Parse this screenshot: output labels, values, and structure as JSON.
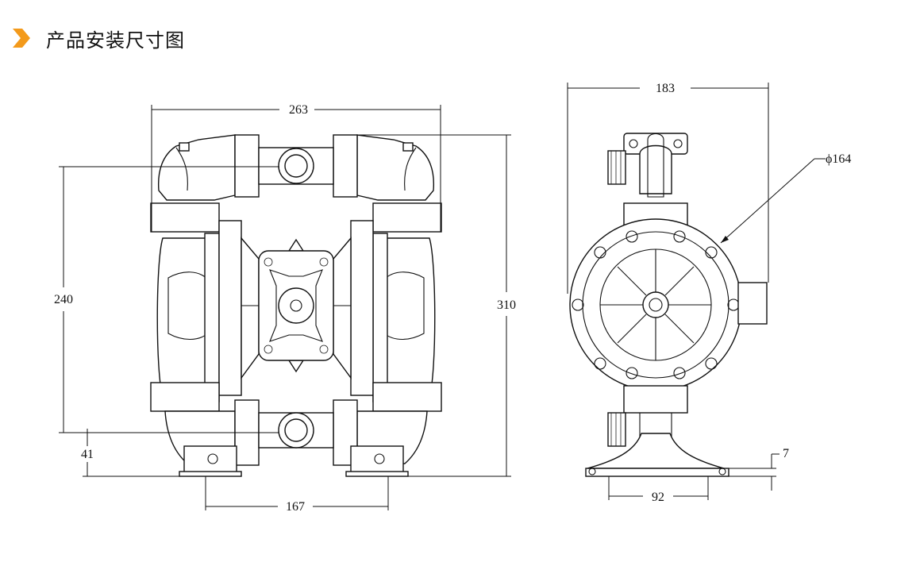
{
  "header": {
    "title": "产品安装尺寸图",
    "accent_color": "#f39a1b",
    "marker_icon": "chevron-right-icon"
  },
  "front_view": {
    "dimensions": {
      "overall_width": "263",
      "height_between_ports": "240",
      "overall_height": "310",
      "base_to_bottom_port": "41",
      "mount_hole_spacing": "167"
    }
  },
  "side_view": {
    "dimensions": {
      "overall_depth": "183",
      "diaphragm_diameter": "ϕ164",
      "foot_thickness": "7",
      "mount_hole_spacing": "92"
    }
  }
}
